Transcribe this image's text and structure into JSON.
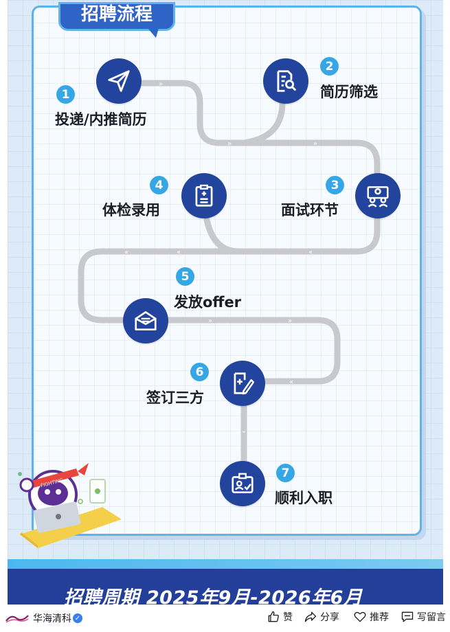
{
  "poster": {
    "title": "招聘流程",
    "banner": "招聘周期 2025年9月-2026年6月"
  },
  "steps": [
    {
      "num": "1",
      "label": "投递/内推简历",
      "icon": "paper-plane-icon"
    },
    {
      "num": "2",
      "label": "简历筛选",
      "icon": "document-search-icon"
    },
    {
      "num": "3",
      "label": "面试环节",
      "icon": "interview-icon"
    },
    {
      "num": "4",
      "label": "体检录用",
      "icon": "clipboard-icon"
    },
    {
      "num": "5",
      "label": "发放offer",
      "icon": "envelope-icon"
    },
    {
      "num": "6",
      "label": "签订三方",
      "icon": "contract-sign-icon"
    },
    {
      "num": "7",
      "label": "顺利入职",
      "icon": "id-badge-icon"
    }
  ],
  "mascot": {
    "headband": "FIGHTING"
  },
  "footer": {
    "account": "华海清科",
    "like": "赞",
    "share": "分享",
    "recommend": "推荐",
    "comment": "写留言"
  },
  "colors": {
    "navy": "#23449c",
    "accent": "#36a7e4",
    "border": "#5fb3ea"
  }
}
